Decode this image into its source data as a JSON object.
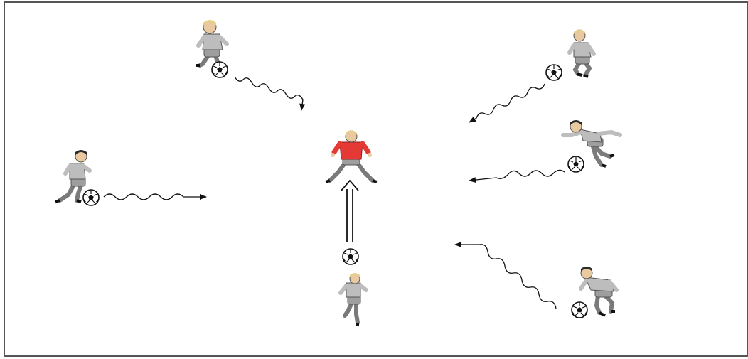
{
  "diagram": {
    "colors": {
      "field_border": "#555555",
      "background": "#ffffff",
      "attacker_shirt": "#bdbdbd",
      "attacker_shorts": "#9e9e9e",
      "defender_shirt": "#e53935",
      "skin": "#e8c9a0",
      "blonde_hair": "#e6cf86",
      "dark_hair": "#2b2b2b",
      "ball": "#ffffff",
      "ball_patch": "#111111",
      "arrow": "#111111"
    },
    "players": [
      {
        "role": "attacker",
        "hair": "blonde",
        "pose": "dribble-right"
      },
      {
        "role": "attacker",
        "hair": "blonde",
        "pose": "dribble-left"
      },
      {
        "role": "attacker",
        "hair": "dark",
        "pose": "dribble-right"
      },
      {
        "role": "attacker",
        "hair": "dark",
        "pose": "lunge-left"
      },
      {
        "role": "defender",
        "hair": "blonde",
        "pose": "ready-stance"
      },
      {
        "role": "attacker",
        "hair": "blonde",
        "pose": "running-back"
      },
      {
        "role": "attacker",
        "hair": "dark",
        "pose": "crouch-left"
      }
    ],
    "arrows": [
      {
        "style": "dribble-wavy"
      },
      {
        "style": "dribble-wavy"
      },
      {
        "style": "dribble-wavy"
      },
      {
        "style": "dribble-wavy"
      },
      {
        "style": "dribble-wavy"
      },
      {
        "style": "pass-double-line"
      }
    ]
  }
}
